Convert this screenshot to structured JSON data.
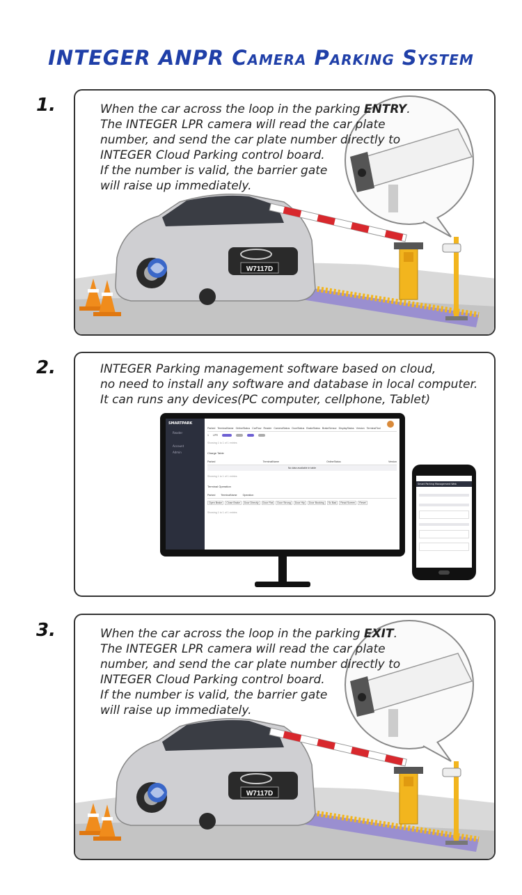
{
  "title": "INTEGER ANPR Camera Parking System",
  "steps": [
    {
      "number": "1.",
      "lines": [
        {
          "pre": "When the car across the loop in the parking ",
          "bold": "ENTRY",
          "post": "."
        },
        {
          "text": "The INTEGER LPR camera will read the car plate"
        },
        {
          "text": "number, and send the car plate number directly to"
        },
        {
          "text": "INTEGER Cloud Parking control board."
        },
        {
          "text": "If the number is valid, the barrier gate"
        },
        {
          "text": "will raise up immediately."
        }
      ],
      "plate": "W7117D"
    },
    {
      "number": "2.",
      "lines": [
        {
          "text": "INTEGER Parking  management software based on cloud,"
        },
        {
          "text": "no need to install any software and database in local computer."
        },
        {
          "text": "It can runs any devices(PC computer, cellphone, Tablet)"
        }
      ],
      "software": {
        "brand": "SMARTPARK",
        "nav_items": [
          "Reader",
          "Account",
          "Admin"
        ],
        "table1_headers": [
          "Parked",
          "TerminalName",
          "OnlineStatus",
          "CarFlow",
          "Reader",
          "CameraStatus",
          "DoorStatus",
          "BrakeStatus",
          "BrakeSensor",
          "DisplayStatus",
          "Version",
          "TerminalTool"
        ],
        "table1_row": [
          "1",
          "LPR"
        ],
        "section2_title": "Charge Table",
        "table2_headers": [
          "Parked",
          "TerminalName",
          "OnlineStatus",
          "Version"
        ],
        "table2_empty": "No data available in table",
        "section3_title": "Terminal Operation",
        "table3_headers": [
          "Parked",
          "TerminalName",
          "Operation"
        ],
        "table3_buttons": [
          "Open Brake",
          "Close Brake",
          "Door Directly",
          "Door Flat",
          "Door Strong",
          "Door Hip",
          "Door Booking",
          "Sc Bad",
          "Read Screen",
          "Reset"
        ],
        "showing": "Showing 1 to 1 of 1 entries",
        "phone_header": "Smart Parking Management Web"
      }
    },
    {
      "number": "3.",
      "lines": [
        {
          "pre": "When the car across the loop in the parking ",
          "bold": "EXIT",
          "post": "."
        },
        {
          "text": "The INTEGER LPR camera will read the car plate"
        },
        {
          "text": "number, and send the car plate number directly to"
        },
        {
          "text": "INTEGER Cloud Parking control board."
        },
        {
          "text": "If the number is valid, the barrier gate"
        },
        {
          "text": "will raise up immediately."
        }
      ],
      "plate": "W7117D"
    }
  ],
  "colors": {
    "title": "#1f3fa8",
    "gate": "#f2b51e",
    "barrier_red": "#d8282d",
    "loop": "#9a8fd0",
    "sidebar": "#2b2f3d",
    "badge": "#6d5fd3"
  }
}
